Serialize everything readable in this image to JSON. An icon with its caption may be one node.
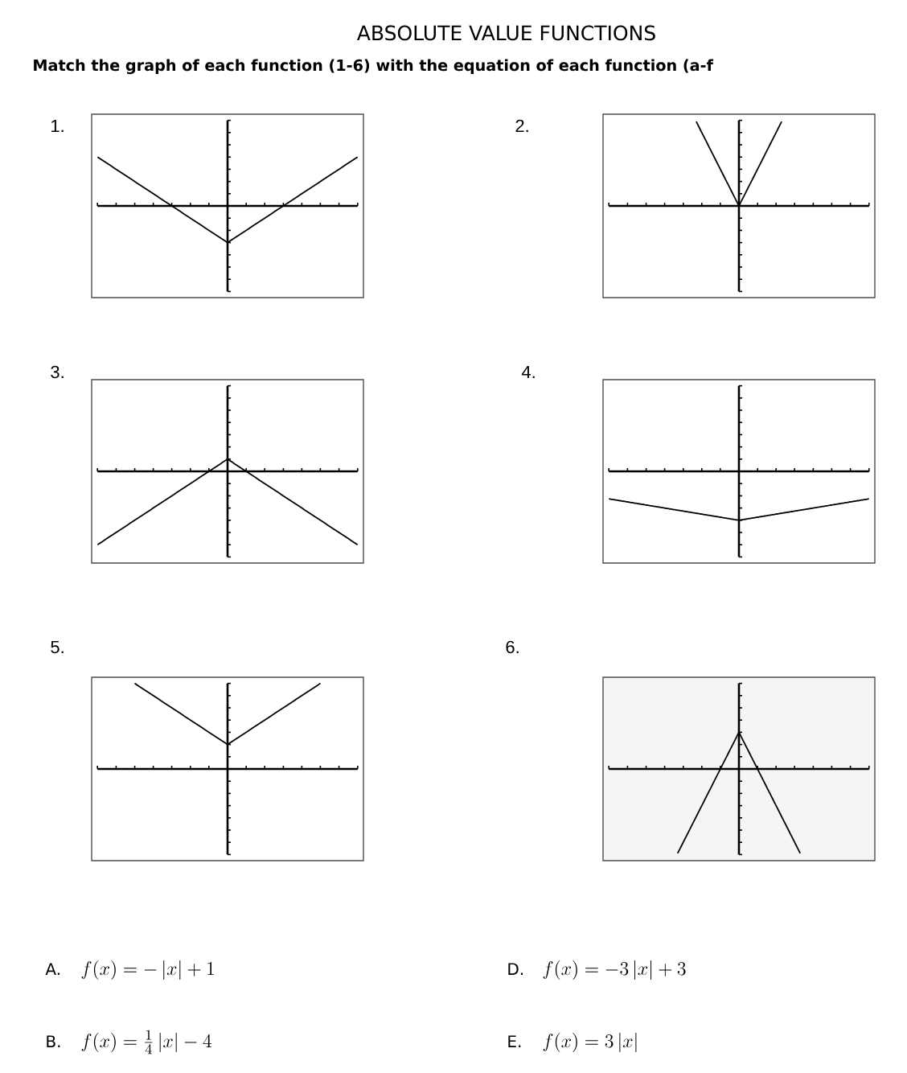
{
  "diagram": {
    "title": "ABSOLUTE VALUE FUNCTIONS",
    "labels": [
      "Match the graph of each function (1-6) with the equation of each function (a-f",
      "1.",
      "2.",
      "3.",
      "4.",
      "5.",
      "6.",
      "A.",
      "f(x)=-\\left|x\\right|+1",
      "D.",
      "f(x)=-3\\left|x\\right|+3",
      "B.",
      "f(x)=\\frac{1}{4}\\left|x\\right|-4",
      "E.",
      "f(x)=3\\left|x\\right|"
    ]
  }
}
